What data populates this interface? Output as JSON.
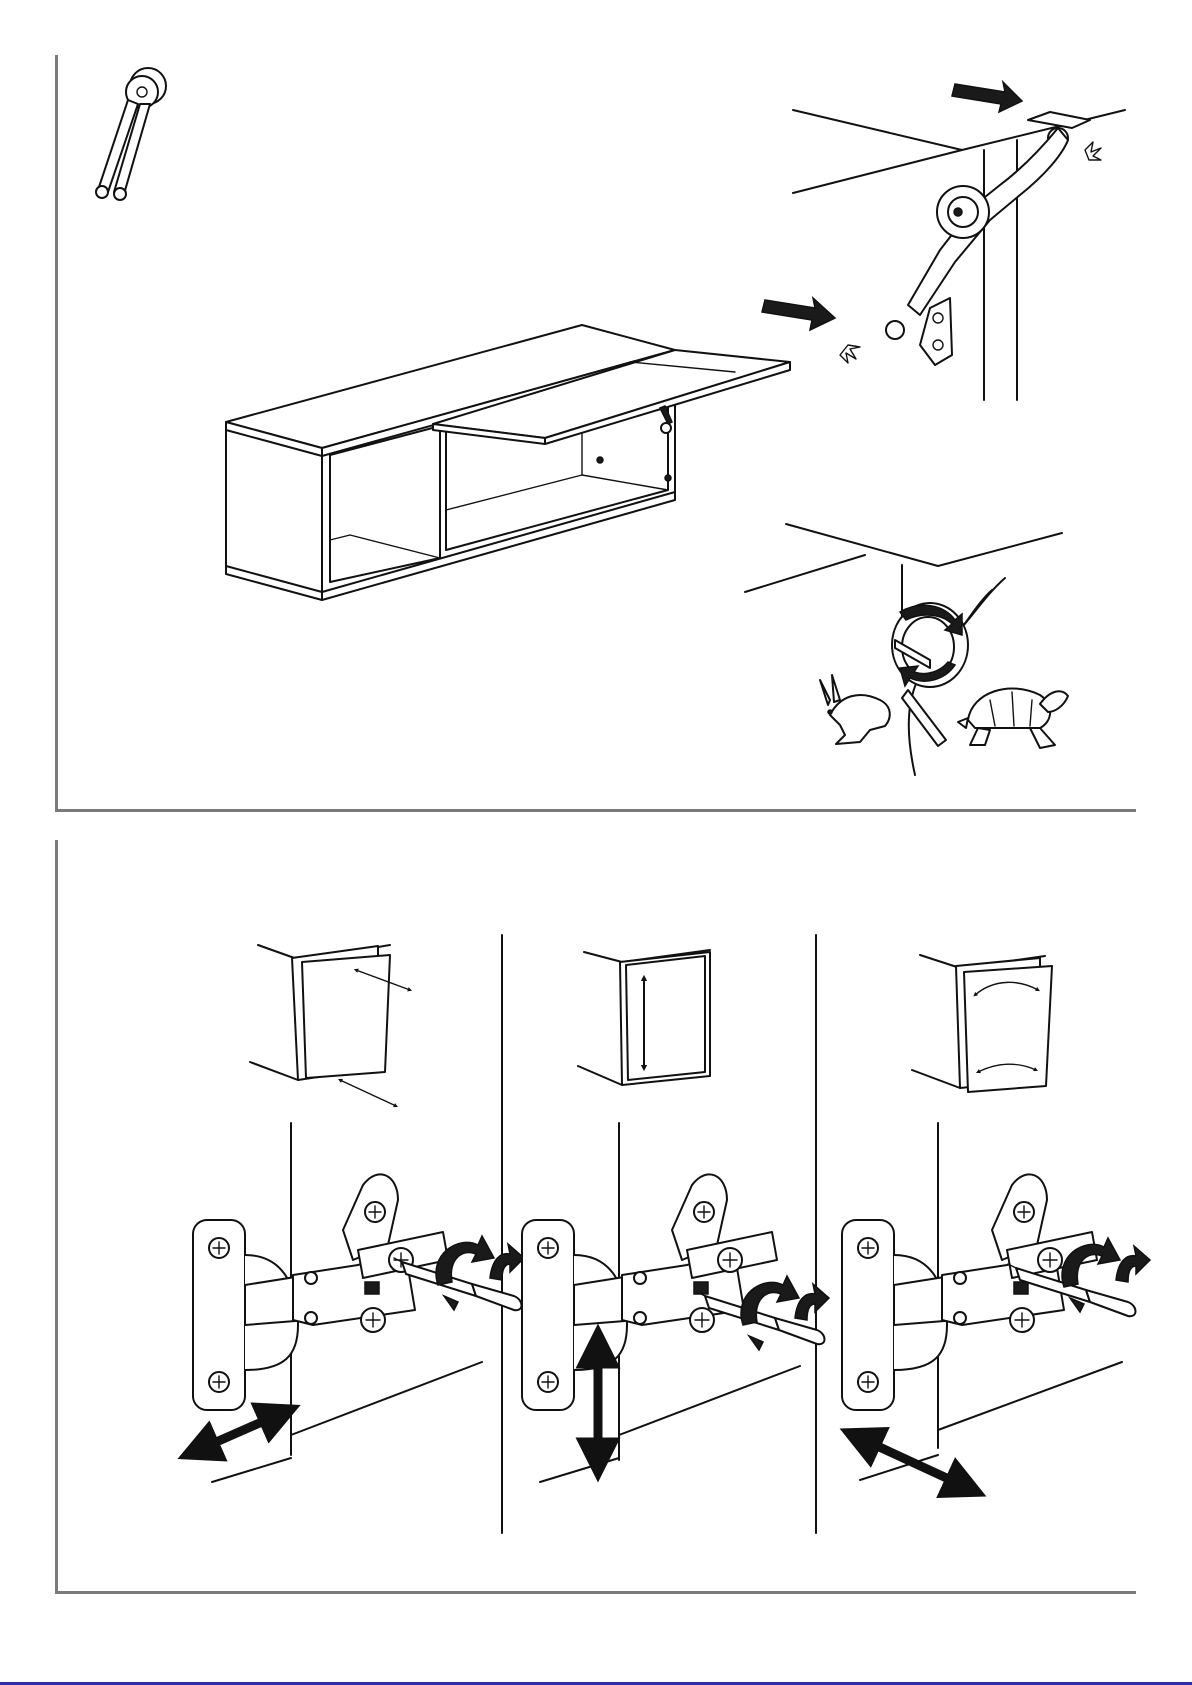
{
  "page": {
    "background": "#ffffff",
    "frame_color": "#7a7a7a",
    "bottom_bar_color": "#2a2fb0"
  },
  "step_upper": {
    "icons": [
      "lift-stay-part-icon",
      "wall-cabinet-icon",
      "push-arrow-icon",
      "lift-stay-mount-icon",
      "speed-adjust-icon",
      "hare-icon",
      "tortoise-icon"
    ]
  },
  "step_lower": {
    "columns": [
      {
        "adjustment": "side-to-side",
        "icons": [
          "door-tilt-icon",
          "hinge-icon",
          "screwdriver-icon",
          "double-arrow-icon"
        ]
      },
      {
        "adjustment": "height",
        "icons": [
          "door-vertical-icon",
          "hinge-icon",
          "screwdriver-icon",
          "double-arrow-icon"
        ]
      },
      {
        "adjustment": "depth",
        "icons": [
          "door-rotate-icon",
          "hinge-icon",
          "screwdriver-icon",
          "double-arrow-icon"
        ]
      }
    ]
  }
}
